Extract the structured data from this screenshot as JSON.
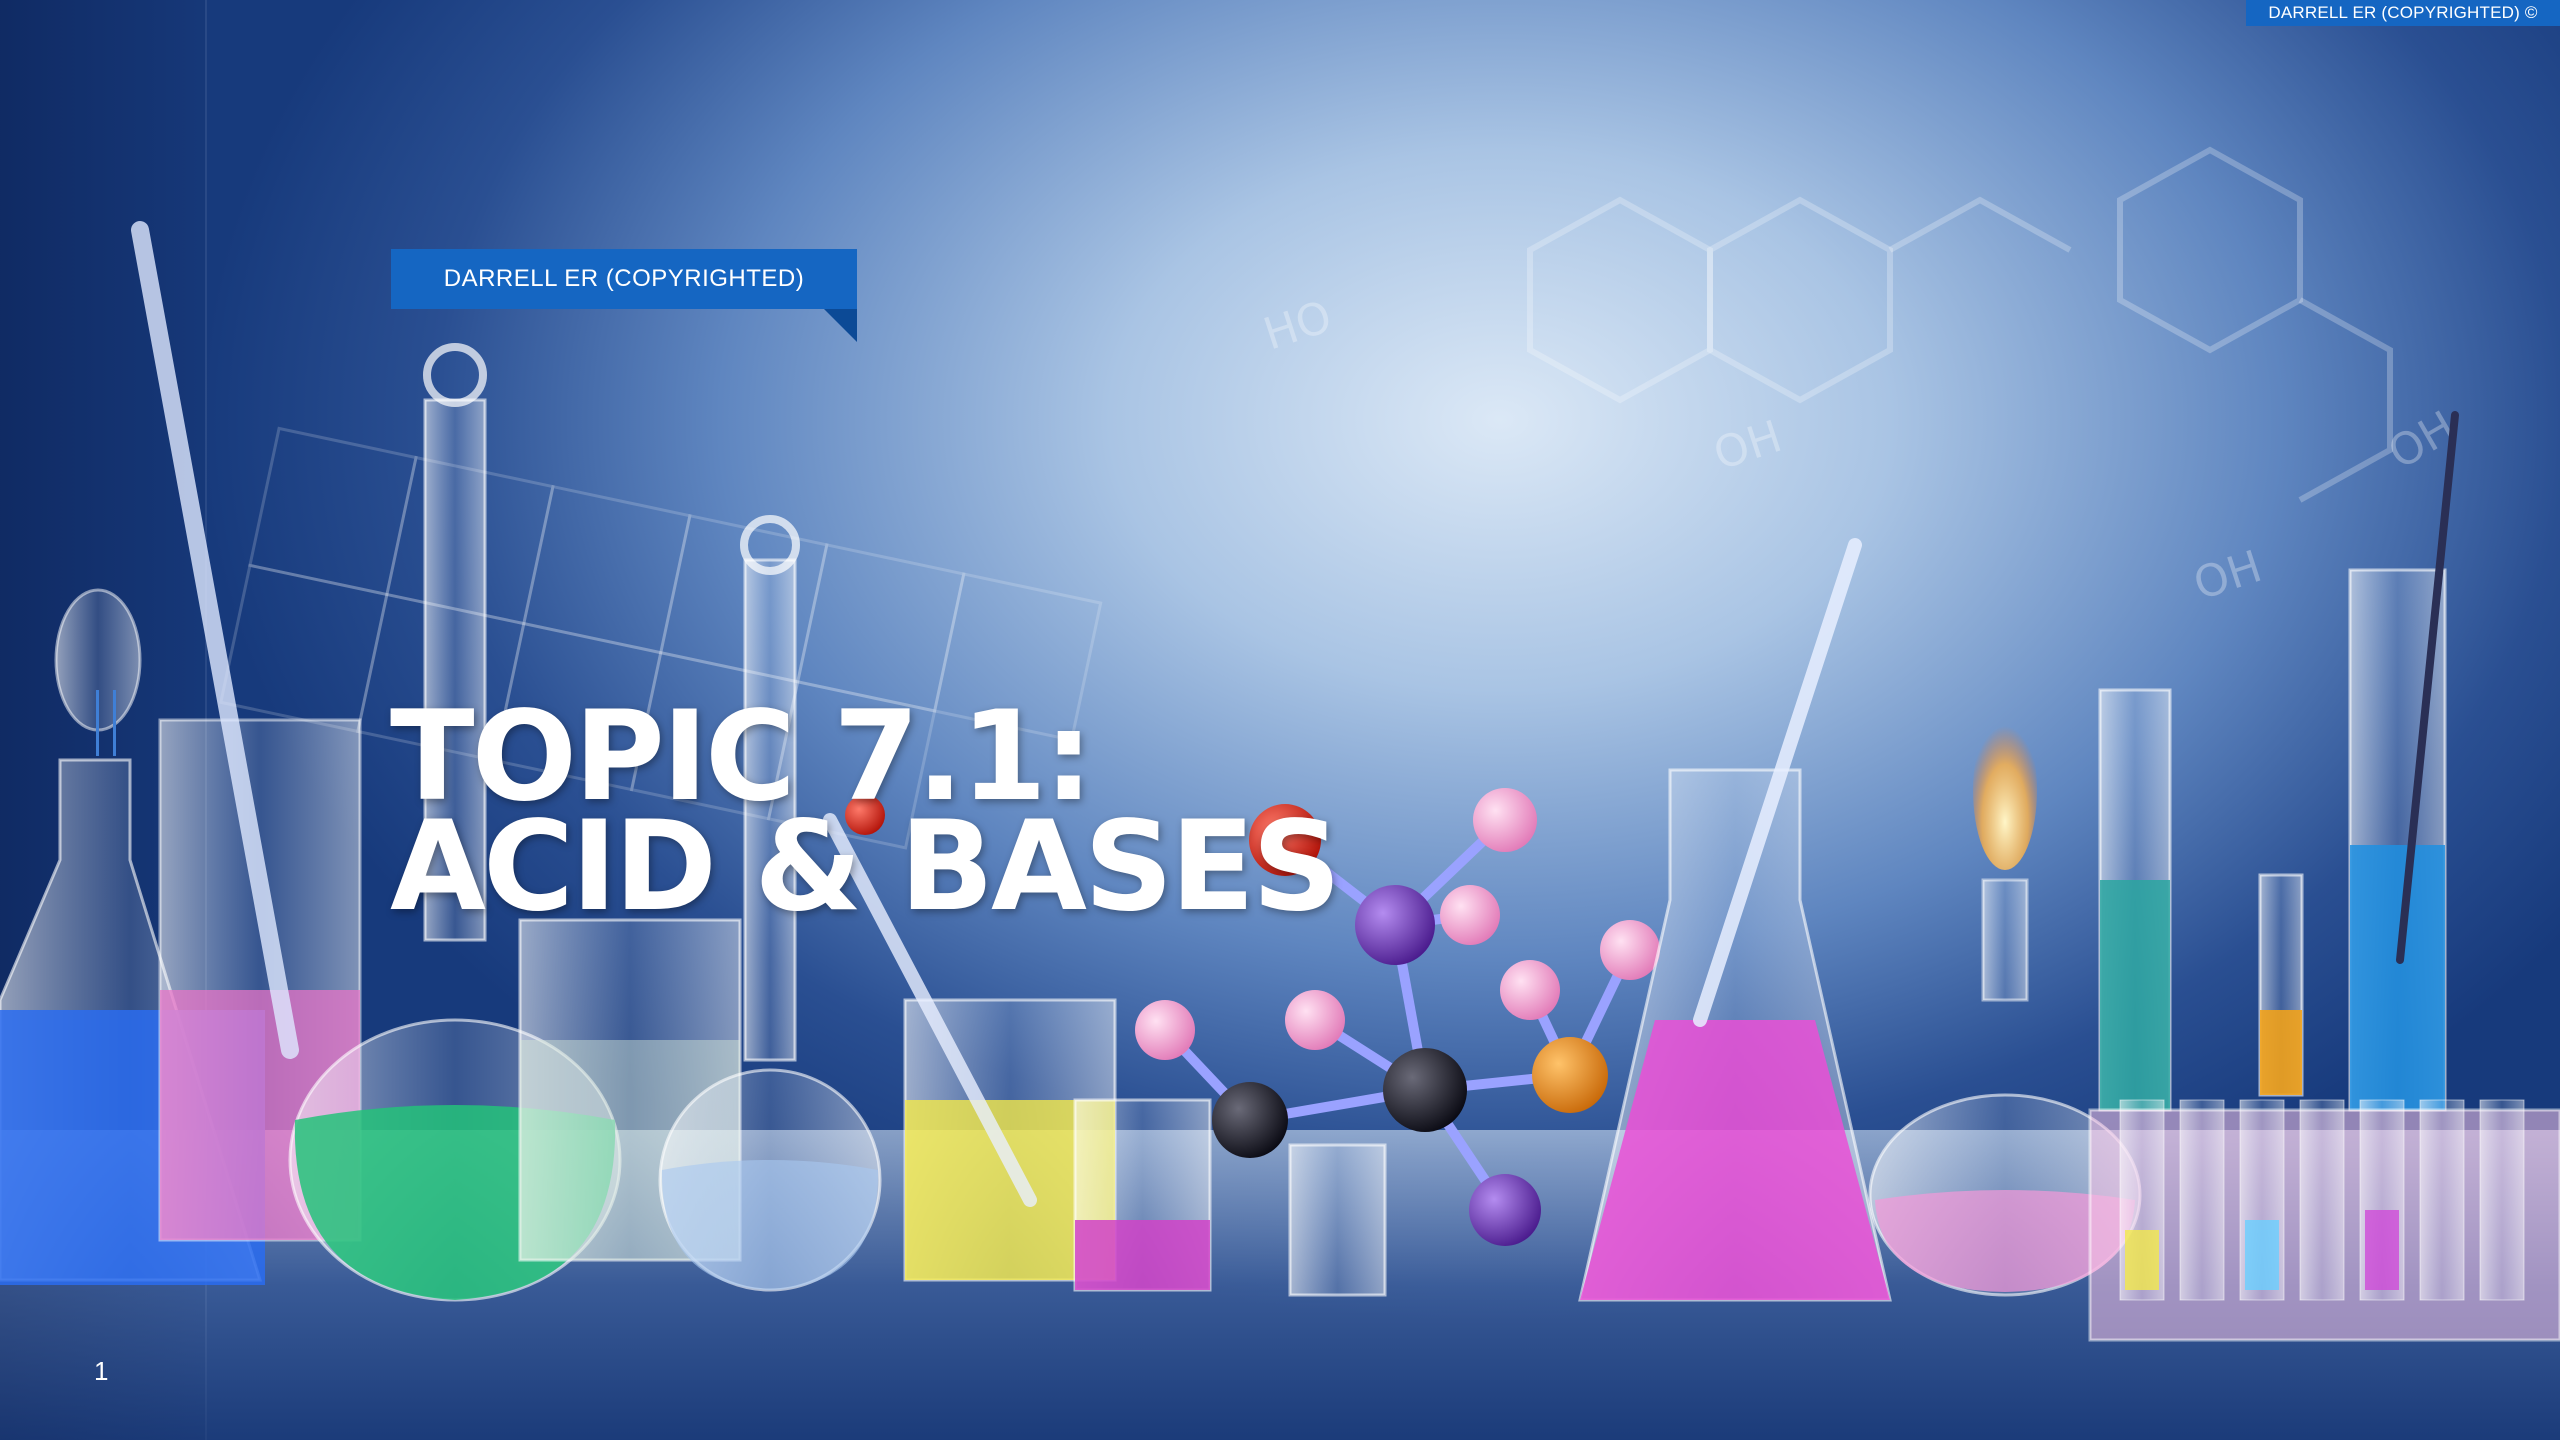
{
  "slide": {
    "header_strip_text": "DARRELL ER (COPYRIGHTED) ©",
    "author_tag_text": "DARRELL ER (COPYRIGHTED)",
    "title_line_1": "TOPIC 7.1:",
    "title_line_2": "ACID & BASES",
    "slide_number": "1"
  },
  "background": {
    "description_icon": "laboratory-glassware-photo",
    "accent_color": "#1566c2"
  }
}
